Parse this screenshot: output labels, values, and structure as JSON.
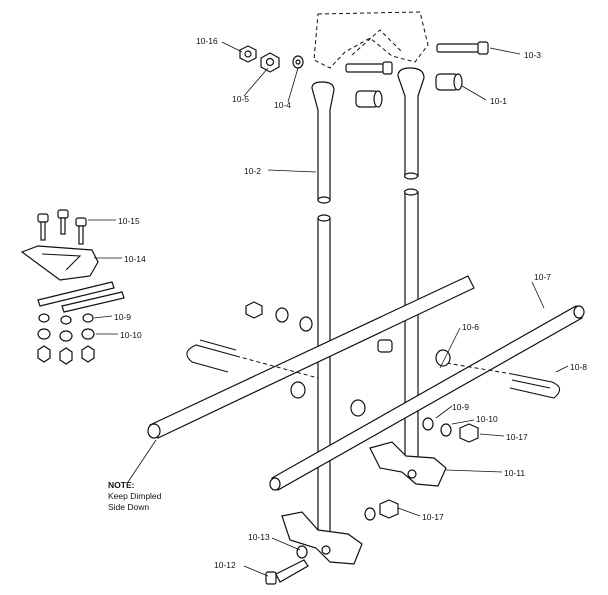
{
  "labels": {
    "p10_1": "10-1",
    "p10_2": "10-2",
    "p10_3": "10-3",
    "p10_4": "10-4",
    "p10_5": "10-5",
    "p10_6": "10-6",
    "p10_7": "10-7",
    "p10_8": "10-8",
    "p10_9a": "10-9",
    "p10_9b": "10-9",
    "p10_10a": "10-10",
    "p10_10b": "10-10",
    "p10_11": "10-11",
    "p10_12": "10-12",
    "p10_13": "10-13",
    "p10_14": "10-14",
    "p10_15": "10-15",
    "p10_16": "10-16",
    "p10_17a": "10-17",
    "p10_17b": "10-17"
  },
  "note": {
    "line1": "NOTE:",
    "line2": "Keep Dimpled",
    "line3": "Side Down"
  }
}
